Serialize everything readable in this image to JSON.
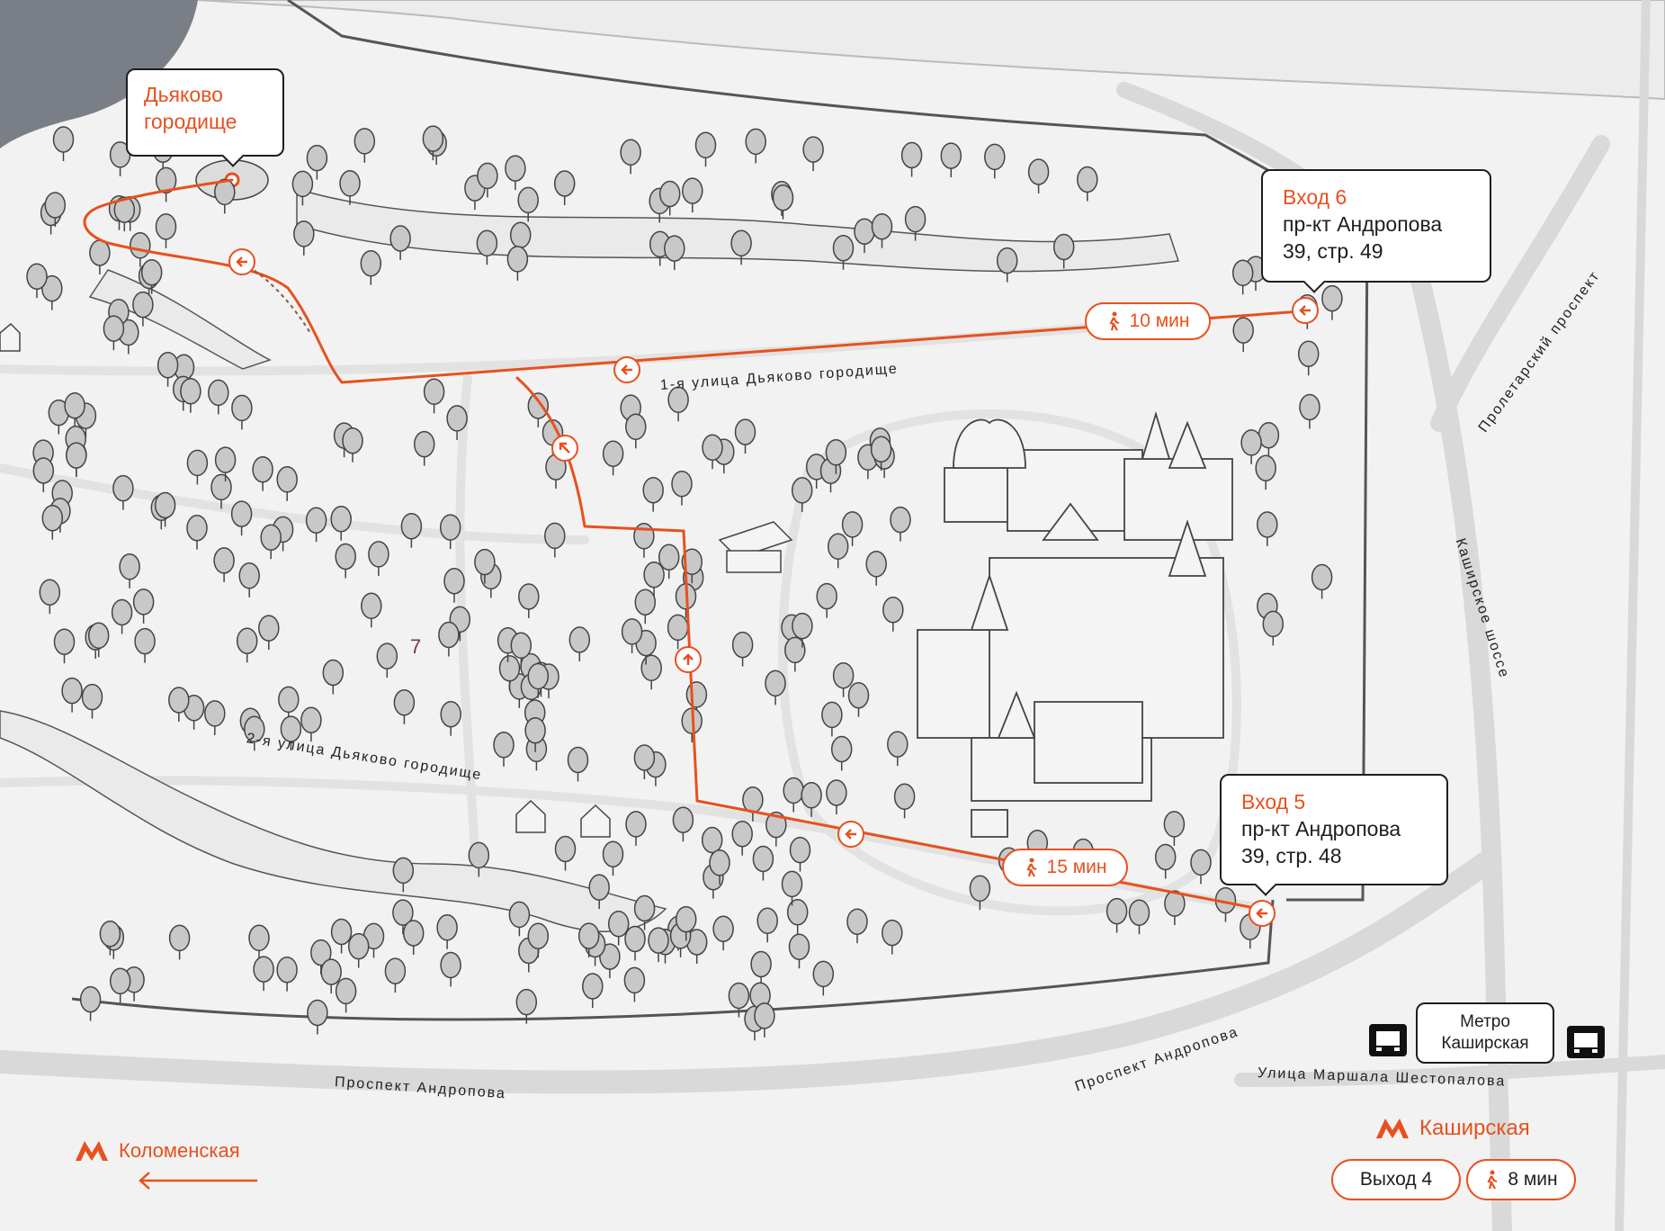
{
  "colors": {
    "accent": "#e8501e",
    "road": "#d9d9d9",
    "tree": "#c8c8c8",
    "text": "#1e1e1e",
    "river": "#7a7f87"
  },
  "places": {
    "dyakovo": "Дьяково городище"
  },
  "entrance6": {
    "title": "Вход 6",
    "line1": "пр-кт Андропова",
    "line2": "39, стр. 49"
  },
  "entrance5": {
    "title": "Вход 5",
    "line1": "пр-кт Андропова",
    "line2": "39, стр. 48"
  },
  "walks": {
    "top": "10 мин",
    "bottom": "15 мин",
    "metro": "8 мин"
  },
  "streets": {
    "street1": "1-я улица Дьяково городище",
    "street2": "2-я улица Дьяково городище",
    "andropov_left": "Проспект Андропова",
    "andropov_right": "Проспект Андропова",
    "shestopalov": "Улица Маршала Шестопалова",
    "proletarsky": "Пролетарский проспект",
    "kashirskoe": "Каширское шоссе"
  },
  "landmarks": {
    "plot_number": "7"
  },
  "metro": {
    "bus_station": "Метро Каширская",
    "kashirskaya": "Каширская",
    "exit": "Выход 4",
    "kolomenskaya": "Коломенская"
  },
  "icons": [
    "metro-icon",
    "walker-icon",
    "arrow-icon",
    "bus-icon"
  ]
}
